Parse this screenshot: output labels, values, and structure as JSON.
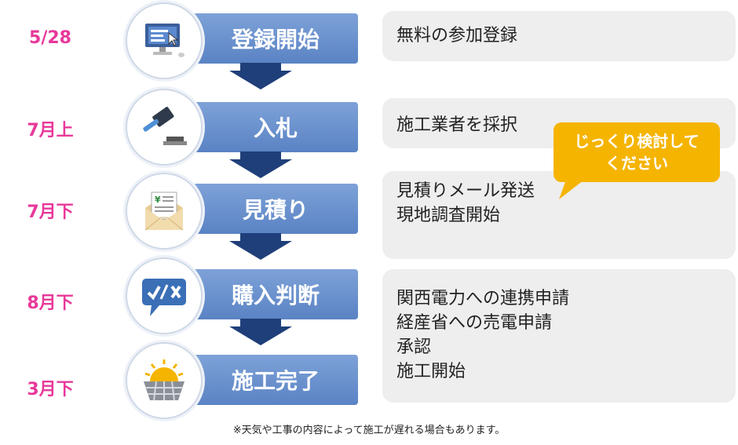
{
  "steps": [
    {
      "date": "5/28",
      "label": "登録開始",
      "icon": "computer-icon",
      "description": [
        "無料の参加登録"
      ]
    },
    {
      "date": "7月上",
      "label": "入札",
      "icon": "gavel-icon",
      "description": [
        "施工業者を採択"
      ]
    },
    {
      "date": "7月下",
      "label": "見積り",
      "icon": "envelope-yen-icon",
      "description": [
        "見積りメール発送",
        "現地調査開始"
      ]
    },
    {
      "date": "8月下",
      "label": "購入判断",
      "icon": "check-cross-bubble-icon",
      "description": [
        "関西電力への連携申請",
        "経産省への売電申請",
        "承認",
        "施工開始"
      ]
    },
    {
      "date": "3月下",
      "label": "施工完了",
      "icon": "solar-panel-sun-icon",
      "description": []
    }
  ],
  "callout": {
    "line1": "じっくり検討して",
    "line2": "ください"
  },
  "footnote": "※天気や工事の内容によって施工が遅れる場合もあります。",
  "colors": {
    "date": "#e8389a",
    "step": "#6a91cf",
    "arrow": "#1f3f7a",
    "callout": "#f5b400",
    "desc_bg": "#eeeeee"
  }
}
